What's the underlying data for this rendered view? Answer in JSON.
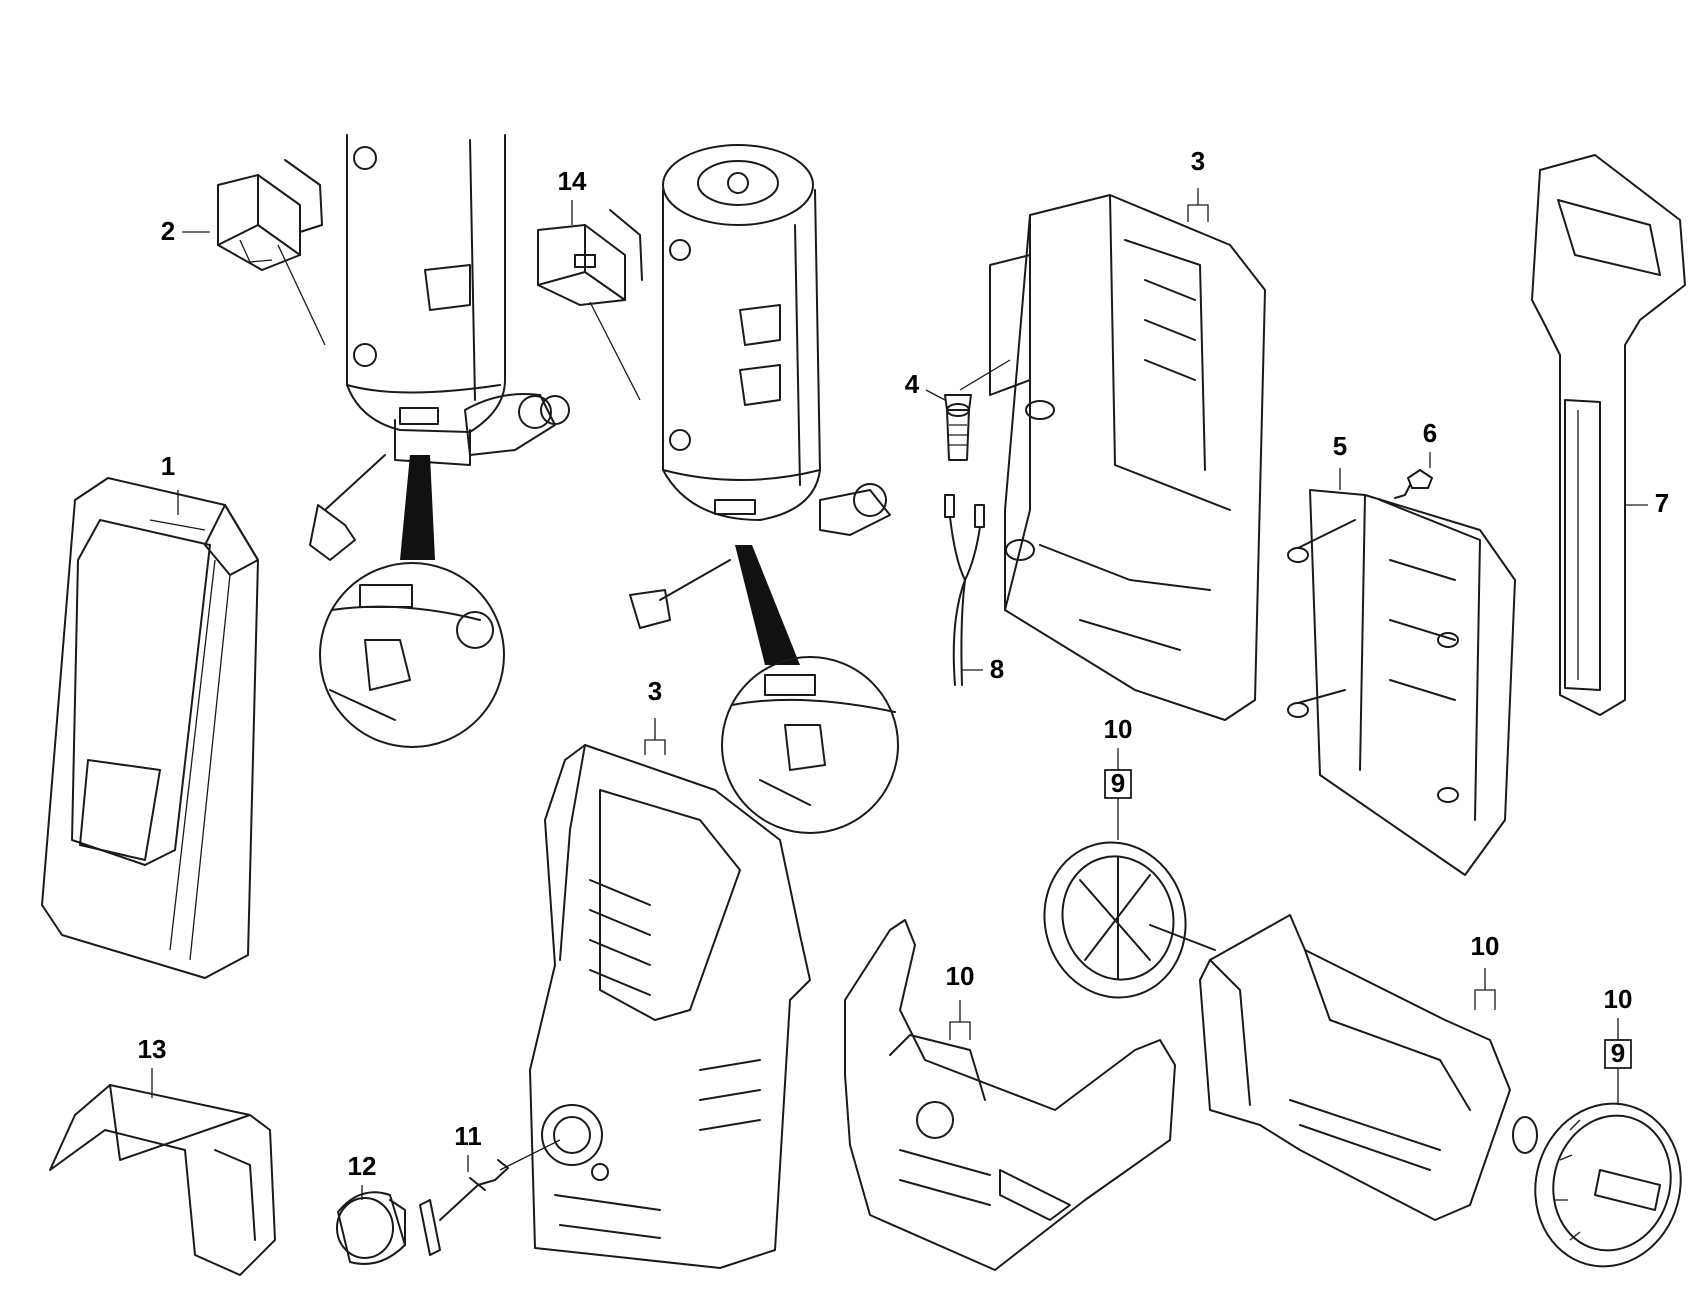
{
  "callouts": {
    "c1": "1",
    "c2": "2",
    "c3a": "3",
    "c3b": "3",
    "c4": "4",
    "c5": "5",
    "c6": "6",
    "c7": "7",
    "c8": "8",
    "c9a": "9",
    "c9b": "9",
    "c10a": "10",
    "c10b": "10",
    "c10c": "10",
    "c10d": "10",
    "c11": "11",
    "c12": "12",
    "c13": "13",
    "c14": "14"
  },
  "colors": {
    "line": "#1a1a1a",
    "background": "#ffffff"
  }
}
